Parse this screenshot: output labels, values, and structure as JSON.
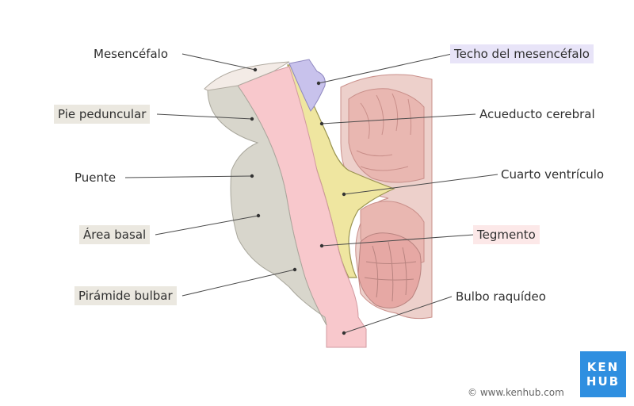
{
  "labels": {
    "mesencefalo": "Mesencéfalo",
    "pie_peduncular": "Pie peduncular",
    "puente": "Puente",
    "area_basal": "Área basal",
    "piramide_bulbar": "Pirámide bulbar",
    "techo": "Techo del mesencéfalo",
    "acueducto": "Acueducto cerebral",
    "cuarto_ventriculo": "Cuarto ventrículo",
    "tegmento": "Tegmento",
    "bulbo": "Bulbo raquídeo"
  },
  "logo": {
    "line1": "KEN",
    "line2": "HUB"
  },
  "copyright": "© www.kenhub.com",
  "colors": {
    "basal_gray": "#d8d6cc",
    "tegmento_pink": "#f8c8cc",
    "techo_lavender": "#c8c2ec",
    "ventricle_yellow": "#efe6a0",
    "cerebellum_pink": "#e6a8a4",
    "highlight_gray": "#ebe8e0",
    "highlight_pink": "#fce8e8",
    "highlight_lavender": "#e8e4f8",
    "kenhub_blue": "#2f8fe0"
  }
}
